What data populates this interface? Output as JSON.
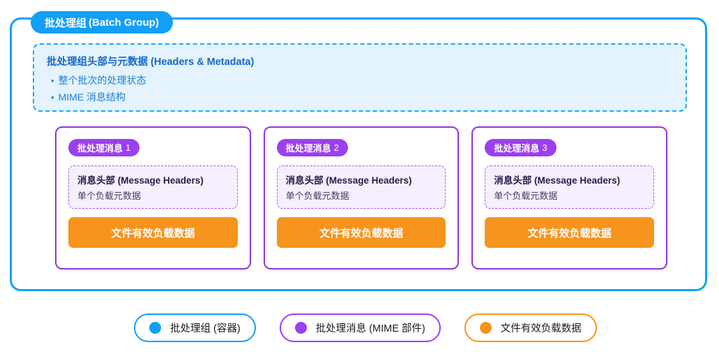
{
  "diagram": {
    "group": {
      "pill_label_cn": "批处理组",
      "pill_label_en": "(Batch Group)",
      "border_color": "#10a2f4"
    },
    "metadata_box": {
      "title": "批处理组头部与元数据 (Headers & Metadata)",
      "bullet_marker": "•",
      "bullets": [
        "整个批次的处理状态",
        "MIME 消息结构"
      ],
      "fill_color": "#e4f3fd",
      "border_color": "#1ea6f5",
      "title_color": "#1567c9"
    },
    "messages": [
      {
        "badge_cn": "批处理消息",
        "badge_num": "1",
        "headers_title": "消息头部 (Message Headers)",
        "headers_sub": "单个负载元数据",
        "payload_label": "文件有效负载数据"
      },
      {
        "badge_cn": "批处理消息",
        "badge_num": "2",
        "headers_title": "消息头部 (Message Headers)",
        "headers_sub": "单个负载元数据",
        "payload_label": "文件有效负载数据"
      },
      {
        "badge_cn": "批处理消息",
        "badge_num": "3",
        "headers_title": "消息头部 (Message Headers)",
        "headers_sub": "单个负载元数据",
        "payload_label": "文件有效负载数据"
      }
    ],
    "colors": {
      "blue": "#139ef7",
      "purple": "#9b3ff0",
      "orange": "#f7941e",
      "card_border": "#9333ea",
      "headers_fill": "#f6effd"
    }
  },
  "legend": {
    "items": [
      {
        "label": "批处理组 (容器)",
        "color": "#139ef7"
      },
      {
        "label": "批处理消息 (MIME 部件)",
        "color": "#9b3ff0"
      },
      {
        "label": "文件有效负载数据",
        "color": "#f7941e"
      }
    ]
  }
}
